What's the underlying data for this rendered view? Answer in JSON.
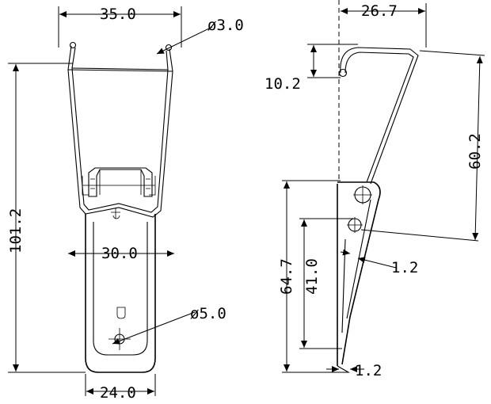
{
  "dimensions": {
    "front_top_width": "35.0",
    "pin_diameter": "ø3.0",
    "front_overall_height": "101.2",
    "inner_width": "30.0",
    "hole_diameter": "ø5.0",
    "plate_width": "24.0",
    "side_top_offset": "26.7",
    "side_hook_height": "10.2",
    "side_spring_height": "60.2",
    "side_plate_height": "64.7",
    "side_hole_distance": "41.0",
    "thickness_upper": "1.2",
    "thickness_lower": "1.2"
  }
}
